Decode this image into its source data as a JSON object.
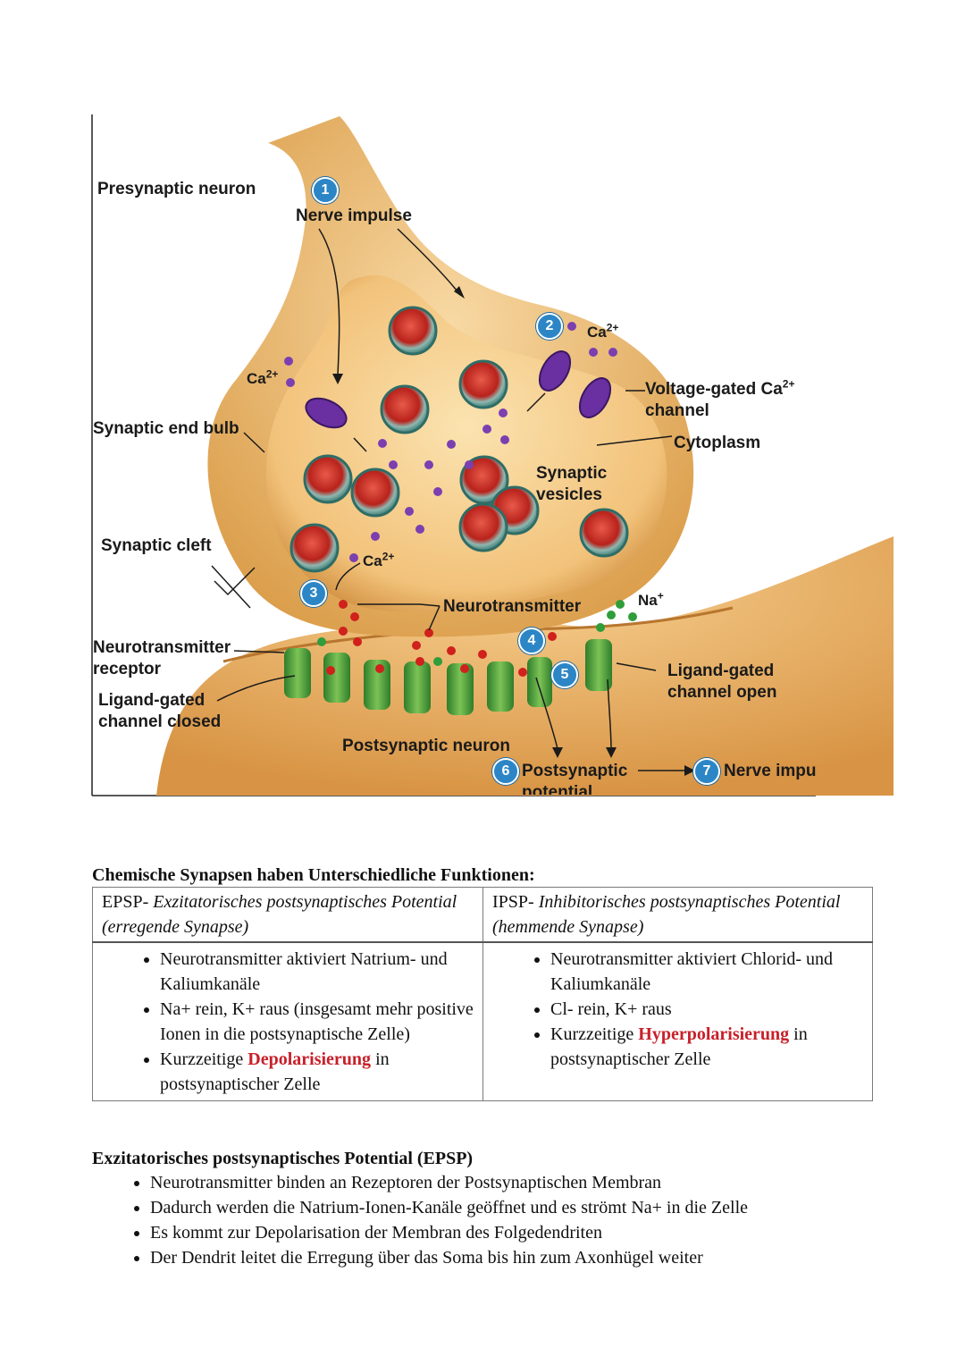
{
  "figure": {
    "labels": {
      "presynaptic_neuron": "Presynaptic neuron",
      "nerve_impulse": "Nerve impulse",
      "ca_base": "Ca",
      "ca_charge": "2+",
      "synaptic_end_bulb": "Synaptic end bulb",
      "voltage_gated_line1": "Voltage-gated Ca",
      "voltage_gated_line2": "channel",
      "cytoplasm": "Cytoplasm",
      "synaptic_vesicles_1": "Synaptic",
      "synaptic_vesicles_2": "vesicles",
      "synaptic_cleft": "Synaptic cleft",
      "neurotransmitter": "Neurotransmitter",
      "na_base": "Na",
      "na_charge": "+",
      "nt_receptor_1": "Neurotransmitter",
      "nt_receptor_2": "receptor",
      "ligand_closed_1": "Ligand-gated",
      "ligand_closed_2": "channel closed",
      "ligand_open_1": "Ligand-gated",
      "ligand_open_2": "channel open",
      "postsynaptic_neuron": "Postsynaptic neuron",
      "postsynaptic_potential_1": "Postsynaptic",
      "postsynaptic_potential_2": "potential",
      "nerve_impulse_cut": "Nerve impu"
    },
    "steps": [
      "1",
      "2",
      "3",
      "4",
      "5",
      "6",
      "7"
    ]
  },
  "comparison": {
    "title": "Chemische Synapsen haben Unterschiedliche Funktionen:",
    "epsp": {
      "abbr": "EPSP- ",
      "name": "Exzitatorisches postsynaptisches Potential (erregende Synapse)",
      "items": [
        "Neurotransmitter aktiviert Natrium- und Kaliumkanäle",
        "Na+ rein, K+ raus (insgesamt mehr positive Ionen in die postsynaptische Zelle)"
      ],
      "last_prefix": "Kurzzeitige ",
      "last_highlight": "Depolarisierung",
      "last_suffix": " in postsynaptischer Zelle"
    },
    "ipsp": {
      "abbr": "IPSP- ",
      "name": "Inhibitorisches postsynaptisches Potential (hemmende Synapse)",
      "items": [
        "Neurotransmitter aktiviert Chlorid- und Kaliumkanäle",
        "Cl- rein, K+ raus"
      ],
      "last_prefix": "Kurzzeitige ",
      "last_highlight": "Hyperpolarisierung",
      "last_suffix": " in postsynaptischer Zelle"
    }
  },
  "epsp_section": {
    "title": "Exzitatorisches postsynaptisches Potential (EPSP)",
    "items": [
      "Neurotransmitter binden an Rezeptoren der Postsynaptischen Membran",
      "Dadurch werden die Natrium-Ionen-Kanäle geöffnet und es strömt Na+ in die Zelle",
      "Es kommt zur Depolarisation der Membran des Folgedendriten",
      "Der Dendrit leitet die Erregung über das Soma bis hin zum Axonhügel weiter"
    ]
  }
}
